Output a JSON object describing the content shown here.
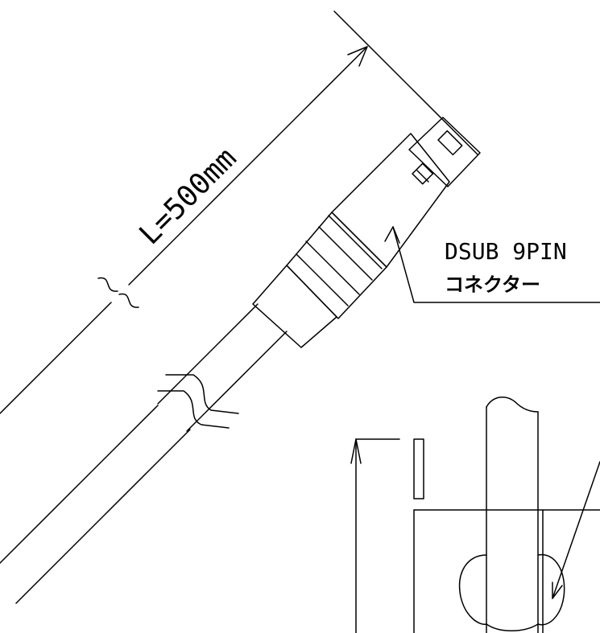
{
  "dimension_label": "L=500mm",
  "callout": {
    "line1": "DSUB 9PIN",
    "line2": "コネクター"
  },
  "colors": {
    "line": "#000000",
    "background": "#ffffff"
  }
}
